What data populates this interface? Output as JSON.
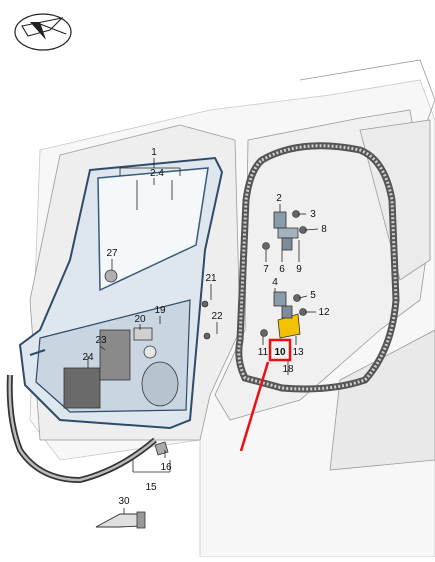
{
  "diagram": {
    "title": "",
    "highlight_color": "#e81010",
    "accent_color": "#f2c200",
    "callouts": {
      "c1": "1",
      "c24top": "2.4",
      "c2": "2",
      "c3": "3",
      "c8": "8",
      "c7": "7",
      "c6": "6",
      "c9": "9",
      "c4": "4",
      "c5": "5",
      "c12": "12",
      "c11": "11",
      "c10": "10",
      "c13": "13",
      "c18": "18",
      "c27": "27",
      "c21": "21",
      "c22": "22",
      "c19": "19",
      "c20": "20",
      "c23": "23",
      "c24": "24",
      "c16": "16",
      "c15": "15",
      "c30": "30"
    }
  }
}
